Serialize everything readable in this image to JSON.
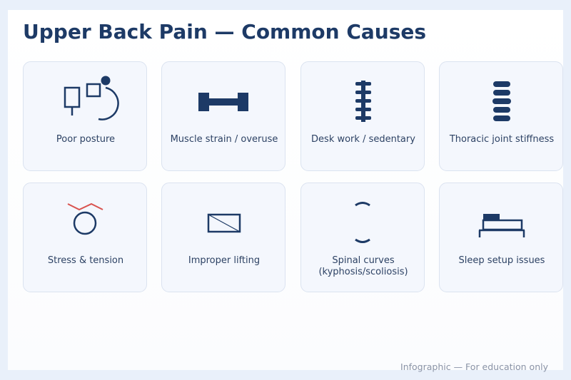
{
  "header": {
    "title": "Upper Back Pain — Common Causes"
  },
  "cards": [
    {
      "label": "Poor posture",
      "icon": "posture-icon"
    },
    {
      "label": "Muscle strain / overuse",
      "icon": "dumbbell-icon"
    },
    {
      "label": "Desk work / sedentary",
      "icon": "spine-icon"
    },
    {
      "label": "Thoracic joint stiffness",
      "icon": "vertebrae-icon"
    },
    {
      "label": "Stress & tension",
      "icon": "stress-head-icon"
    },
    {
      "label": "Improper lifting",
      "icon": "box-icon"
    },
    {
      "label_lines": [
        "Spinal curves",
        "(kyphosis/scoliosis)"
      ],
      "icon": "curved-spine-icon"
    },
    {
      "label": "Sleep setup issues",
      "icon": "bed-icon"
    }
  ],
  "footer": {
    "text": "Infographic — For education only"
  },
  "colors": {
    "navy": "#1d3a66",
    "accent_red": "#d9534f",
    "card_bg": "#f4f7fd",
    "card_border": "#dbe3f0"
  }
}
